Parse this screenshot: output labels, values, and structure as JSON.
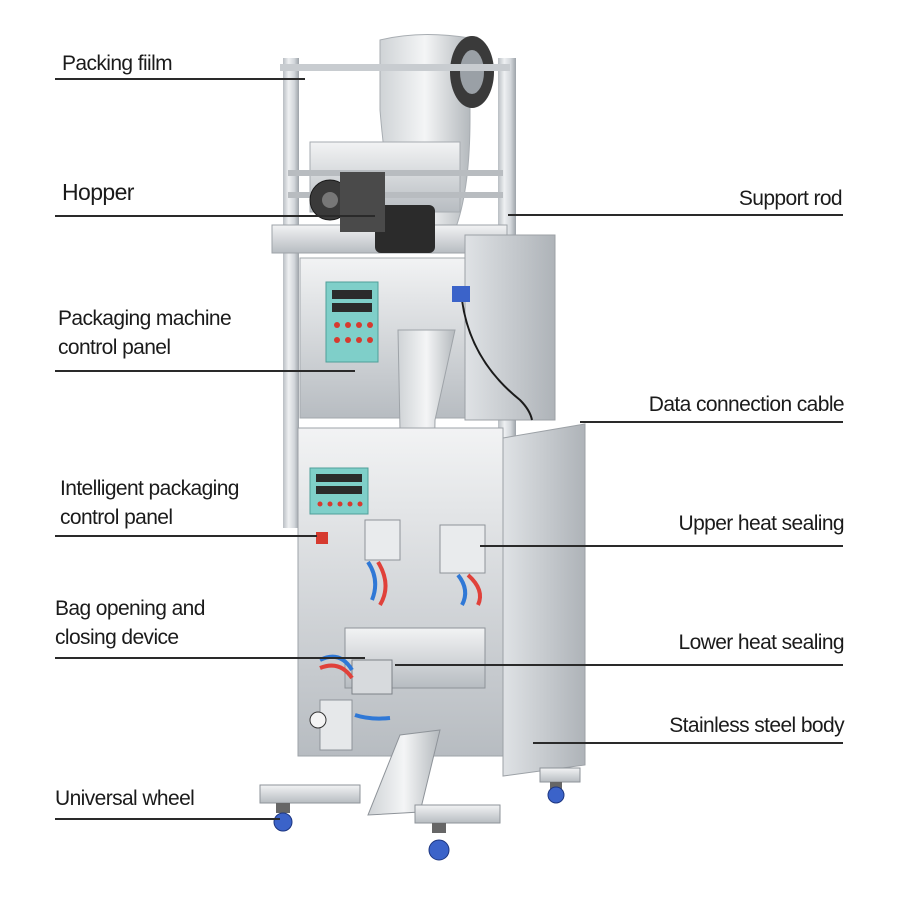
{
  "colors": {
    "text": "#1b1b1b",
    "leader_line": "#2a2a2a",
    "steel_light": "#e6e8ea",
    "steel_mid": "#c2c6ca",
    "steel_dark": "#8e9399",
    "display_teal": "#7fcfc9",
    "display_red": "#d63a2f",
    "hose_blue": "#2f78d6",
    "hose_red": "#e0413a",
    "motor_black": "#2a2a2a",
    "wheel_blue": "#3b63c9"
  },
  "labels": {
    "packing_film": "Packing fiilm",
    "hopper": "Hopper",
    "packaging_control_panel_line1": "Packaging machine",
    "packaging_control_panel_line2": "control panel",
    "intelligent_panel_line1": "Intelligent packaging",
    "intelligent_panel_line2": "control panel",
    "bag_device_line1": "Bag opening and",
    "bag_device_line2": "closing device",
    "universal_wheel": "Universal wheel",
    "support_rod": "Support rod",
    "data_cable": "Data connection cable",
    "upper_heat_sealing": "Upper heat sealing",
    "lower_heat_sealing": "Lower heat sealing",
    "stainless_body": "Stainless steel body"
  }
}
